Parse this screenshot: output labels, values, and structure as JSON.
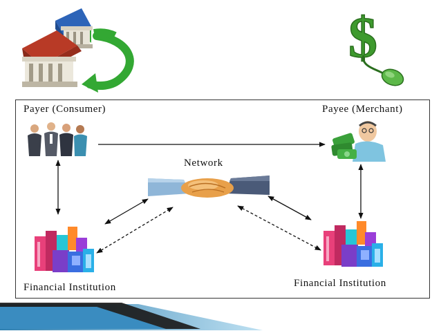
{
  "diagram": {
    "payer_label": "Payer (Consumer)",
    "payee_label": "Payee (Merchant)",
    "network_label": "Network",
    "financial_institution_left_label": "Financial Institution",
    "financial_institution_right_label": "Financial Institution"
  },
  "colors": {
    "green_arrow": "#33a833",
    "dollar_green": "#3e9a2e",
    "house_roof_red": "#b83a26",
    "house_roof_blue": "#3a6fc4",
    "banner_blue": "#2e7fb0"
  },
  "icons": {
    "top_left": "houses-with-exchange-arrow-icon",
    "top_right": "dollar-sign-mouse-icon",
    "payer": "people-group-icon",
    "payee": "merchant-with-money-icon",
    "network": "handshake-icon",
    "institutions": "city-buildings-icon"
  }
}
